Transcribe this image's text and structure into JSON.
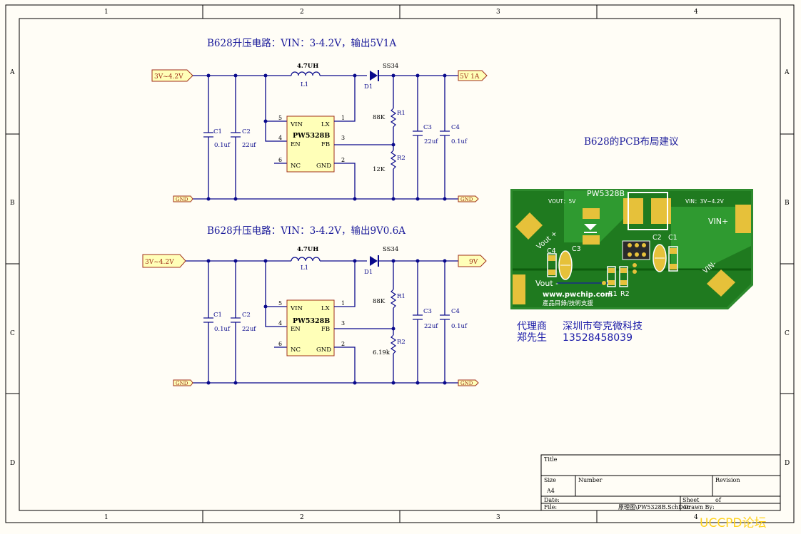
{
  "frame": {
    "columns": [
      "1",
      "2",
      "3",
      "4"
    ],
    "rows": [
      "A",
      "B",
      "C",
      "D"
    ]
  },
  "circuit1": {
    "title": "B628升压电路：VIN：3-4.2V，输出5V1A",
    "input_port": "3V~4.2V",
    "output_port": "5V 1A",
    "gnd_in": "GND",
    "gnd_out": "GND",
    "inductor_value": "4.7UH",
    "inductor_ref": "L1",
    "diode_ref": "D1",
    "diode_part": "SS34",
    "c1_ref": "C1",
    "c1_val": "0.1uf",
    "c2_ref": "C2",
    "c2_val": "22uf",
    "c3_ref": "C3",
    "c3_val": "22uf",
    "c4_ref": "C4",
    "c4_val": "0.1uf",
    "r1_ref": "R1",
    "r1_val": "88K",
    "r2_ref": "R2",
    "r2_val": "12K",
    "ic": {
      "name": "PW5328B",
      "vin": "VIN",
      "en": "EN",
      "nc": "NC",
      "lx": "LX",
      "fb": "FB",
      "gnd": "GND",
      "p1": "1",
      "p2": "2",
      "p3": "3",
      "p4": "4",
      "p5": "5",
      "p6": "6"
    }
  },
  "circuit2": {
    "title": "B628升压电路：VIN：3-4.2V，输出9V0.6A",
    "input_port": "3V~4.2V",
    "output_port": "9V",
    "gnd_in": "GND",
    "gnd_out": "GND",
    "inductor_value": "4.7UH",
    "inductor_ref": "L1",
    "diode_ref": "D1",
    "diode_part": "SS34",
    "c1_ref": "C1",
    "c1_val": "0.1uf",
    "c2_ref": "C2",
    "c2_val": "22uf",
    "c3_ref": "C3",
    "c3_val": "22uf",
    "c4_ref": "C4",
    "c4_val": "0.1uf",
    "r1_ref": "R1",
    "r1_val": "88K",
    "r2_ref": "R2",
    "r2_val": "6.19k",
    "ic": {
      "name": "PW5328B",
      "vin": "VIN",
      "en": "EN",
      "nc": "NC",
      "lx": "LX",
      "fb": "FB",
      "gnd": "GND",
      "p1": "1",
      "p2": "2",
      "p3": "3",
      "p4": "4",
      "p5": "5",
      "p6": "6"
    }
  },
  "pcb": {
    "heading": "B628的PCB布局建议",
    "ic_label": "PW5328B",
    "vout_label": "VOUT：5V",
    "vin_label": "VIN：3V~4.2V",
    "vin_plus": "VIN+",
    "vin_minus": "VIN-",
    "vout_plus": "Vout +",
    "vout_minus": "Vout -",
    "c4": "C4",
    "c3": "C3",
    "c2": "C2",
    "c1": "C1",
    "r1": "R1",
    "r2": "R2",
    "website": "www.pwchip.com",
    "slogan": "產品目錄/技術支援",
    "board_color": "#1f7a1f",
    "pad_color": "#e6c13a"
  },
  "agent": {
    "line1_label": "代理商",
    "line1_value": "深圳市夸克微科技",
    "line2_label": "郑先生",
    "line2_value": "13528458039"
  },
  "title_block": {
    "title": "Title",
    "size_label": "Size",
    "size_value": "A4",
    "number_label": "Number",
    "revision_label": "Revision",
    "date_label": "Date:",
    "file_label": "File:",
    "file_value": "原理图\\PW5328B.SchDoc",
    "sheet_label": "Sheet",
    "of_label": "of",
    "drawn_label": "Drawn By:"
  },
  "watermark": "UCCPD论坛"
}
